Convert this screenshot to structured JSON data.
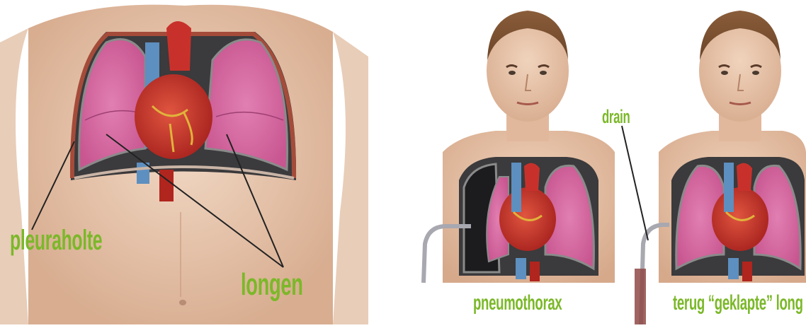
{
  "labels": {
    "pleuraholte": "pleuraholte",
    "longen": "longen",
    "drain": "drain",
    "pneumothorax": "pneumothorax",
    "terug_geklapte_long": "terug “geklapte” long"
  },
  "colors": {
    "label_green": "#7bb829",
    "skin": "#e9c9b0",
    "lung_pink": "#d96aa3",
    "pleura_dark": "#222222",
    "heart_red": "#c8312b"
  },
  "illustrations": [
    "torso-lungs-overview",
    "pneumothorax-with-drain",
    "reexpanded-lung-with-drain"
  ]
}
